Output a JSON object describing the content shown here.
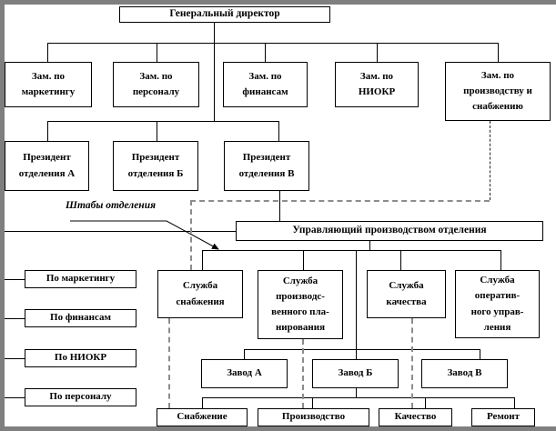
{
  "diagram": {
    "type": "org-chart",
    "nodes": {
      "general_director": "Генеральный директор",
      "deputy_marketing": "Зам. по\nмаркетингу",
      "deputy_personnel": "Зам. по\nперсоналу",
      "deputy_finance": "Зам. по\nфинансам",
      "deputy_rnd": "Зам. по\nНИОКР",
      "deputy_production": "Зам. по\nпроизводству и\nснабжению",
      "president_a": "Президент\nотделения А",
      "president_b": "Президент\nотделения Б",
      "president_v": "Президент\nотделения В",
      "division_manager": "Управляющий производством отделения",
      "hq_marketing": "По маркетингу",
      "hq_finance": "По финансам",
      "hq_rnd": "По НИОКР",
      "hq_personnel": "По персоналу",
      "svc_supply": "Служба\nснабжения",
      "svc_planning": "Служба\nпроизводс-\nвенного пла-\nнирования",
      "svc_quality": "Служба\nкачества",
      "svc_operations": "Служба\nоператив-\nного управ-\nления",
      "plant_a": "Завод А",
      "plant_b": "Завод Б",
      "plant_v": "Завод В",
      "dept_supply": "Снабжение",
      "dept_production": "Производство",
      "dept_quality": "Качество",
      "dept_repair": "Ремонт"
    },
    "callout": {
      "label": "Штабы отделения"
    },
    "edges": {
      "solid": [
        "general_director -> deputy_marketing|deputy_personnel|deputy_finance|deputy_rnd|deputy_production",
        "general_director -> president_a|president_b|president_v",
        "president_v -> division_manager",
        "division_manager -> hq_marketing|hq_finance|hq_rnd|hq_personnel",
        "division_manager -> svc_supply|svc_planning|svc_quality|svc_operations",
        "division_manager -> plant_a|plant_b|plant_v",
        "plant_b -> dept_supply|dept_production|dept_quality|dept_repair"
      ],
      "dashed": [
        "deputy_production -> svc_supply",
        "svc_supply -> dept_supply",
        "svc_planning -> dept_production",
        "svc_quality -> dept_quality"
      ]
    },
    "colors": {
      "line": "#000000",
      "dashed_line": "#8c8c8c",
      "box_fill": "#ffffff",
      "box_border": "#000000",
      "frame": "#7f7f7f",
      "background": "#ffffff"
    }
  }
}
